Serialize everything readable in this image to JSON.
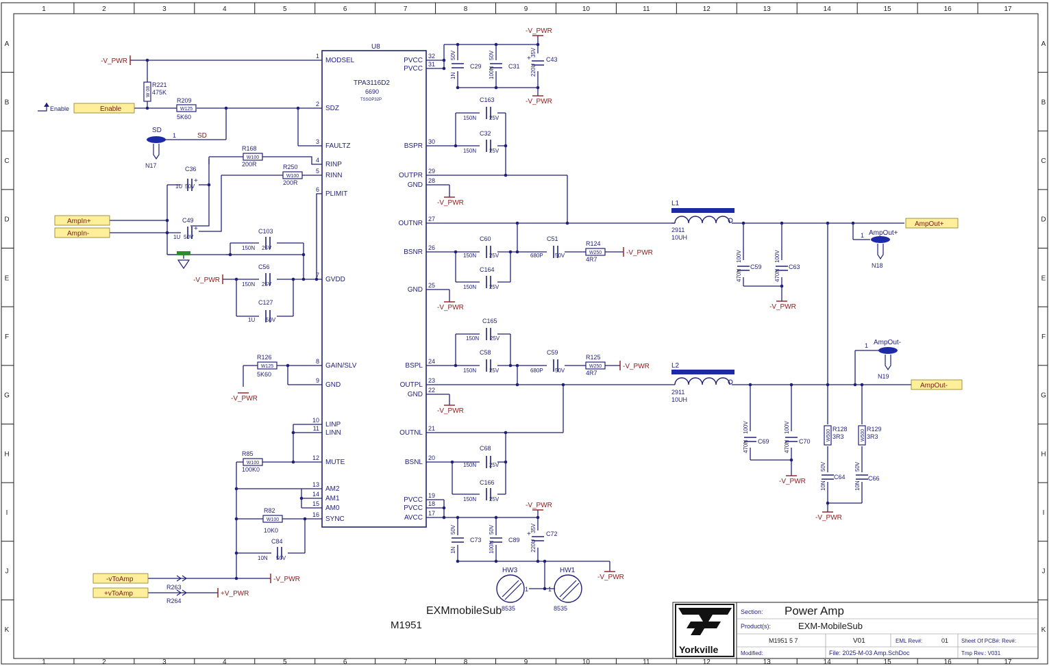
{
  "border": {
    "columns": [
      "1",
      "2",
      "3",
      "4",
      "5",
      "6",
      "7",
      "8",
      "9",
      "10",
      "11",
      "12",
      "13",
      "14",
      "15",
      "16",
      "17"
    ],
    "rows": [
      "A",
      "B",
      "C",
      "D",
      "E",
      "F",
      "G",
      "H",
      "I",
      "J",
      "K"
    ]
  },
  "ic": {
    "ref": "U8",
    "part": "TPA3116D2",
    "value": "6690",
    "package": "TSSOP32P",
    "left_pins": [
      {
        "num": "1",
        "name": "MODSEL"
      },
      {
        "num": "2",
        "name": "SDZ"
      },
      {
        "num": "3",
        "name": "FAULTZ"
      },
      {
        "num": "4",
        "name": "RINP"
      },
      {
        "num": "5",
        "name": "RINN"
      },
      {
        "num": "6",
        "name": "PLIMIT"
      },
      {
        "num": "7",
        "name": "GVDD"
      },
      {
        "num": "8",
        "name": "GAIN/SLV"
      },
      {
        "num": "9",
        "name": "GND"
      },
      {
        "num": "10",
        "name": "LINP"
      },
      {
        "num": "11",
        "name": "LINN"
      },
      {
        "num": "12",
        "name": "MUTE"
      },
      {
        "num": "13",
        "name": "AM2"
      },
      {
        "num": "14",
        "name": "AM1"
      },
      {
        "num": "15",
        "name": "AM0"
      },
      {
        "num": "16",
        "name": "SYNC"
      }
    ],
    "right_pins": [
      {
        "num": "32",
        "name": "PVCC"
      },
      {
        "num": "31",
        "name": "PVCC"
      },
      {
        "num": "30",
        "name": "BSPR"
      },
      {
        "num": "29",
        "name": "OUTPR"
      },
      {
        "num": "28",
        "name": "GND"
      },
      {
        "num": "27",
        "name": "OUTNR"
      },
      {
        "num": "26",
        "name": "BSNR"
      },
      {
        "num": "25",
        "name": "GND"
      },
      {
        "num": "24",
        "name": "BSPL"
      },
      {
        "num": "23",
        "name": "OUTPL"
      },
      {
        "num": "22",
        "name": "GND"
      },
      {
        "num": "21",
        "name": "OUTNL"
      },
      {
        "num": "20",
        "name": "BSNL"
      },
      {
        "num": "19",
        "name": "PVCC"
      },
      {
        "num": "18",
        "name": "PVCC"
      },
      {
        "num": "17",
        "name": "AVCC"
      }
    ]
  },
  "power": {
    "neg": "-V_PWR",
    "pos": "+V_PWR"
  },
  "ports": {
    "enable": "Enable",
    "ampin_p": "AmpIn+",
    "ampin_n": "AmpIn-",
    "ampout_p": "AmpOut+",
    "ampout_n": "AmpOut-",
    "vtoamp_n": "-vToAmp",
    "vtoamp_p": "+vToAmp"
  },
  "testpoints": {
    "sd": {
      "label": "SD",
      "ref": "N17",
      "net": "SD",
      "pin": "1"
    },
    "ampout_p": {
      "label": "AmpOut+",
      "ref": "N18",
      "pin": "1"
    },
    "ampout_n": {
      "label": "AmpOut-",
      "ref": "N19",
      "pin": "1"
    }
  },
  "enable_flag": "Enable",
  "resistors": {
    "r221": {
      "ref": "R221",
      "value": "475K",
      "body": "W 08"
    },
    "r209": {
      "ref": "R209",
      "value": "5K60",
      "body": "W125"
    },
    "r168": {
      "ref": "R168",
      "value": "200R",
      "body": "W100"
    },
    "r250": {
      "ref": "R250",
      "value": "200R",
      "body": "W100"
    },
    "r126": {
      "ref": "R126",
      "value": "5K60",
      "body": "W125"
    },
    "r85": {
      "ref": "R85",
      "value": "100K0",
      "body": "W100"
    },
    "r82": {
      "ref": "R82",
      "value": "10K0",
      "body": "W100"
    },
    "r124": {
      "ref": "R124",
      "value": "4R7",
      "body": "W250"
    },
    "r125": {
      "ref": "R125",
      "value": "4R7",
      "body": "W250"
    },
    "r128": {
      "ref": "R128",
      "value": "3R3",
      "body": "W500"
    },
    "r129": {
      "ref": "R129",
      "value": "3R3",
      "body": "W500"
    },
    "r263": {
      "ref": "R263"
    },
    "r264": {
      "ref": "R264"
    }
  },
  "capacitors": {
    "c29": {
      "ref": "C29",
      "value": "1N",
      "volt": "50V"
    },
    "c31": {
      "ref": "C31",
      "value": "100N",
      "volt": "50V"
    },
    "c43": {
      "ref": "C43",
      "value": "220U",
      "volt": "35V"
    },
    "c163": {
      "ref": "C163",
      "value": "150N",
      "volt": "25V"
    },
    "c32": {
      "ref": "C32",
      "value": "150N",
      "volt": "25V"
    },
    "c36": {
      "ref": "C36",
      "value": "1U",
      "volt": "50V"
    },
    "c49": {
      "ref": "C49",
      "value": "1U",
      "volt": "50V"
    },
    "c103": {
      "ref": "C103",
      "value": "150N",
      "volt": "25V"
    },
    "c56": {
      "ref": "C56",
      "value": "150N",
      "volt": "25V"
    },
    "c127": {
      "ref": "C127",
      "value": "1U",
      "volt": "50V"
    },
    "c60": {
      "ref": "C60",
      "value": "150N",
      "volt": "25V"
    },
    "c164": {
      "ref": "C164",
      "value": "150N",
      "volt": "25V"
    },
    "c51": {
      "ref": "C51",
      "value": "680P",
      "volt": "50V"
    },
    "c59": {
      "ref": "C59",
      "value": "470N",
      "volt": "100V"
    },
    "c63": {
      "ref": "C63",
      "value": "470N",
      "volt": "100V"
    },
    "c165": {
      "ref": "C165",
      "value": "150N",
      "volt": "25V"
    },
    "c58": {
      "ref": "C58",
      "value": "150N",
      "volt": "25V"
    },
    "c59b": {
      "ref": "C59",
      "value": "680P",
      "volt": "50V"
    },
    "c68": {
      "ref": "C68",
      "value": "150N",
      "volt": "25V"
    },
    "c166": {
      "ref": "C166",
      "value": "150N",
      "volt": "25V"
    },
    "c69": {
      "ref": "C69",
      "value": "470N",
      "volt": "100V"
    },
    "c70": {
      "ref": "C70",
      "value": "470N",
      "volt": "100V"
    },
    "c64": {
      "ref": "C64",
      "value": "10N",
      "volt": "50V"
    },
    "c66": {
      "ref": "C66",
      "value": "10N",
      "volt": "50V"
    },
    "c73": {
      "ref": "C73",
      "value": "1N",
      "volt": "50V"
    },
    "c89": {
      "ref": "C89",
      "value": "100N",
      "volt": "50V"
    },
    "c72": {
      "ref": "C72",
      "value": "220U",
      "volt": "35V"
    },
    "c84": {
      "ref": "C84",
      "value": "10N",
      "volt": "50V"
    }
  },
  "inductors": {
    "l1": {
      "ref": "L1",
      "part": "2911",
      "value": "10UH"
    },
    "l2": {
      "ref": "L2",
      "part": "2911",
      "value": "10UH"
    }
  },
  "hardware": {
    "hw3": {
      "ref": "HW3",
      "part": "8535",
      "pin": "1"
    },
    "hw1": {
      "ref": "HW1",
      "part": "8535",
      "pin": "1"
    }
  },
  "footer_labels": {
    "project": "EXMmobileSub",
    "model": "M1951"
  },
  "title_block": {
    "logo_text": "Yorkville",
    "section_label": "Section:",
    "section_value": "Power Amp",
    "product_label": "Product(s):",
    "product_value": "EXM-MobileSub",
    "number": "M1951 5 7",
    "version": "V01",
    "eml_label": "EML Rev#:",
    "eml_value": "01",
    "sheet_label": "Sheet Of PCB#: Rev#:",
    "modified_label": "Modified:",
    "file_label": "File: 2025-M-03 Amp.SchDoc",
    "tmp_label": "Tmp Rev.: V031"
  }
}
